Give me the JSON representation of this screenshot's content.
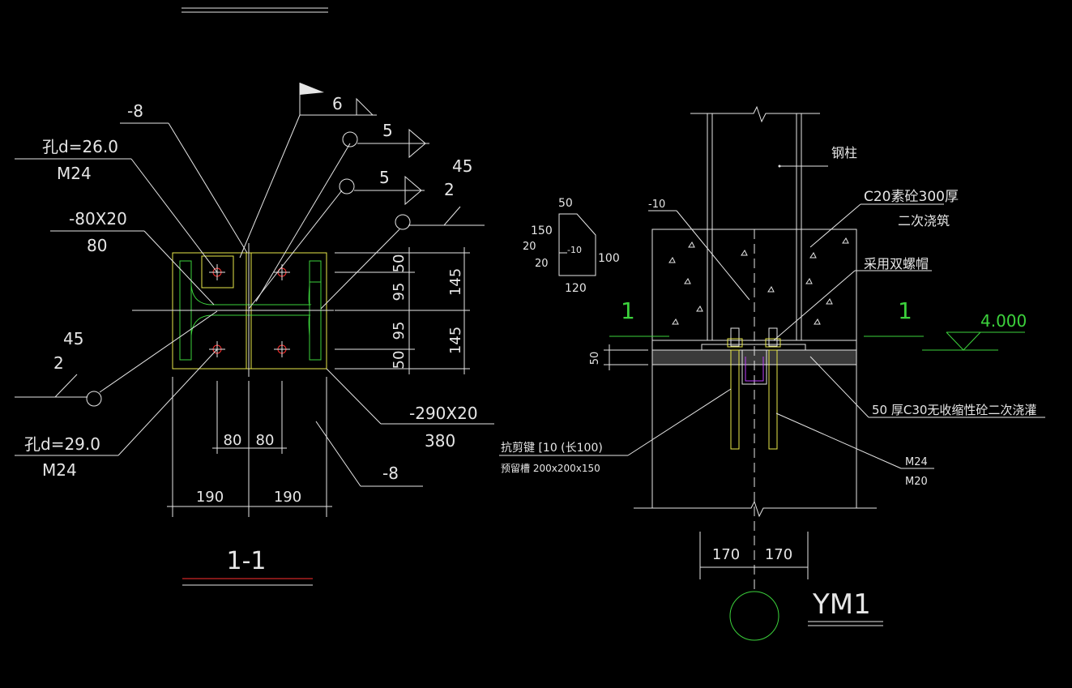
{
  "section_view": {
    "title": "1-1",
    "labels": {
      "plate_thk_top": "-8",
      "weld_6": "6",
      "hole_26": "孔d=26.0",
      "bolt_m24_a": "M24",
      "weld_5a": "5",
      "weld_5b": "5",
      "weld_45_right": "45",
      "weld_2_right": "2",
      "stiffener": "-80X20",
      "stiffener_len": "80",
      "weld_45_left": "45",
      "weld_2_left": "2",
      "hole_29": "孔d=29.0",
      "bolt_m24_b": "M24",
      "base_plate": "-290X20",
      "base_plate_len": "380",
      "plate_thk_bottom": "-8"
    },
    "dims_vertical": [
      "50",
      "95",
      "95",
      "50"
    ],
    "dims_vertical_total": [
      "145",
      "145"
    ],
    "dims_inner": [
      "80",
      "80"
    ],
    "dims_outer": [
      "190",
      "190"
    ]
  },
  "detail_view": {
    "title": "YM1",
    "labels": {
      "steel_column": "钢柱",
      "concrete": "C20素砼300厚",
      "concrete_2": "二次浇筑",
      "plate_m10": "-10",
      "double_nut": "采用双螺帽",
      "elevation": "4.000",
      "section_mark_left": "1",
      "section_mark_right": "1",
      "grout": "50 厚C30无收缩性砼二次浇灌",
      "shear_key": "抗剪键 [10 (长100)",
      "reserve_slot": "预留槽 200x200x150",
      "bolt_a": "M24",
      "bolt_b": "M20",
      "dim_50": "50",
      "dim_left": "170",
      "dim_right": "170"
    },
    "plate_detail": {
      "top": "50",
      "left": "150",
      "left2": "20",
      "left3": "20",
      "center": "-10",
      "right": "100",
      "bottom": "120"
    }
  }
}
